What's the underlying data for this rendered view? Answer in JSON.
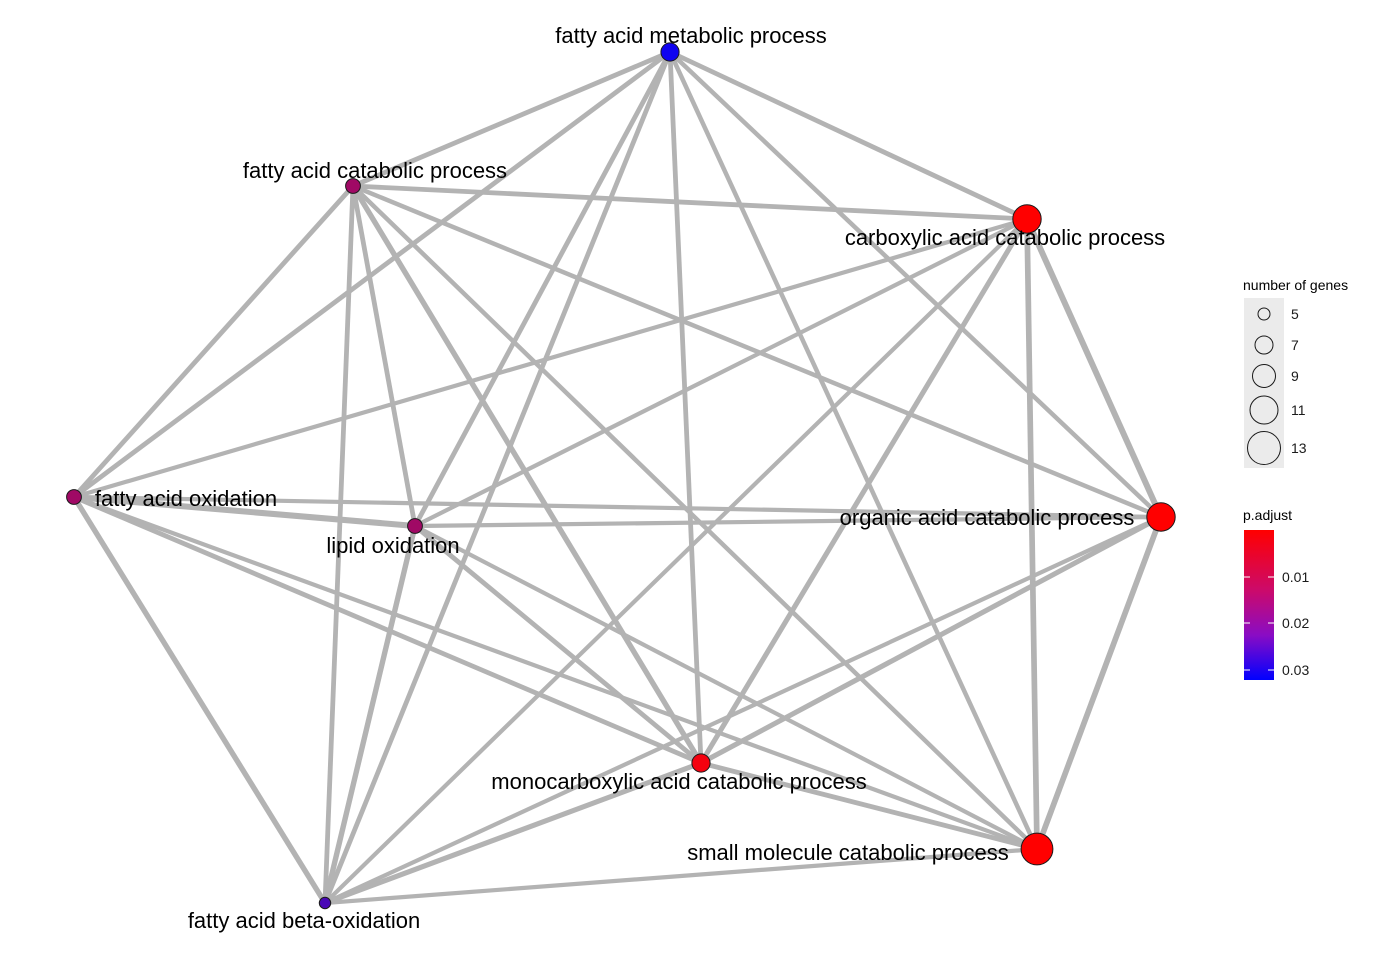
{
  "nodes": [
    {
      "id": "fatty acid metabolic process",
      "label": "fatty acid metabolic process",
      "p_adjust": 0.033,
      "gene_count": 6
    },
    {
      "id": "fatty acid catabolic process",
      "label": "fatty acid catabolic process",
      "p_adjust": 0.013,
      "gene_count": 5
    },
    {
      "id": "carboxylic acid catabolic process",
      "label": "carboxylic acid catabolic process",
      "p_adjust": 0.0,
      "gene_count": 9
    },
    {
      "id": "fatty acid oxidation",
      "label": "fatty acid oxidation",
      "p_adjust": 0.013,
      "gene_count": 5
    },
    {
      "id": "lipid oxidation",
      "label": "lipid oxidation",
      "p_adjust": 0.013,
      "gene_count": 5
    },
    {
      "id": "organic acid catabolic process",
      "label": "organic acid catabolic process",
      "p_adjust": 0.0,
      "gene_count": 9
    },
    {
      "id": "monocarboxylic acid catabolic process",
      "label": "monocarboxylic acid catabolic process",
      "p_adjust": 0.0015,
      "gene_count": 6
    },
    {
      "id": "small molecule catabolic process",
      "label": "small molecule catabolic process",
      "p_adjust": 0.0,
      "gene_count": 10
    },
    {
      "id": "fatty acid beta-oxidation",
      "label": "fatty acid beta-oxidation",
      "p_adjust": 0.025,
      "gene_count": 4
    }
  ],
  "edges": [
    {
      "source": "fatty acid metabolic process",
      "target": "fatty acid catabolic process",
      "weight": 0.6
    },
    {
      "source": "fatty acid metabolic process",
      "target": "carboxylic acid catabolic process",
      "weight": 0.6
    },
    {
      "source": "fatty acid metabolic process",
      "target": "fatty acid oxidation",
      "weight": 0.6
    },
    {
      "source": "fatty acid metabolic process",
      "target": "lipid oxidation",
      "weight": 0.6
    },
    {
      "source": "fatty acid metabolic process",
      "target": "organic acid catabolic process",
      "weight": 0.5
    },
    {
      "source": "fatty acid metabolic process",
      "target": "monocarboxylic acid catabolic process",
      "weight": 0.6
    },
    {
      "source": "fatty acid metabolic process",
      "target": "small molecule catabolic process",
      "weight": 0.5
    },
    {
      "source": "fatty acid metabolic process",
      "target": "fatty acid beta-oxidation",
      "weight": 0.6
    },
    {
      "source": "fatty acid catabolic process",
      "target": "carboxylic acid catabolic process",
      "weight": 0.6
    },
    {
      "source": "fatty acid catabolic process",
      "target": "fatty acid oxidation",
      "weight": 0.6
    },
    {
      "source": "fatty acid catabolic process",
      "target": "lipid oxidation",
      "weight": 0.6
    },
    {
      "source": "fatty acid catabolic process",
      "target": "organic acid catabolic process",
      "weight": 0.5
    },
    {
      "source": "fatty acid catabolic process",
      "target": "monocarboxylic acid catabolic process",
      "weight": 0.8
    },
    {
      "source": "fatty acid catabolic process",
      "target": "small molecule catabolic process",
      "weight": 0.5
    },
    {
      "source": "fatty acid catabolic process",
      "target": "fatty acid beta-oxidation",
      "weight": 0.6
    },
    {
      "source": "carboxylic acid catabolic process",
      "target": "fatty acid oxidation",
      "weight": 0.4
    },
    {
      "source": "carboxylic acid catabolic process",
      "target": "lipid oxidation",
      "weight": 0.4
    },
    {
      "source": "carboxylic acid catabolic process",
      "target": "organic acid catabolic process",
      "weight": 1.0
    },
    {
      "source": "carboxylic acid catabolic process",
      "target": "monocarboxylic acid catabolic process",
      "weight": 0.7
    },
    {
      "source": "carboxylic acid catabolic process",
      "target": "small molecule catabolic process",
      "weight": 0.9
    },
    {
      "source": "carboxylic acid catabolic process",
      "target": "fatty acid beta-oxidation",
      "weight": 0.4
    },
    {
      "source": "fatty acid oxidation",
      "target": "lipid oxidation",
      "weight": 1.0
    },
    {
      "source": "fatty acid oxidation",
      "target": "organic acid catabolic process",
      "weight": 0.4
    },
    {
      "source": "fatty acid oxidation",
      "target": "monocarboxylic acid catabolic process",
      "weight": 0.6
    },
    {
      "source": "fatty acid oxidation",
      "target": "small molecule catabolic process",
      "weight": 0.4
    },
    {
      "source": "fatty acid oxidation",
      "target": "fatty acid beta-oxidation",
      "weight": 0.8
    },
    {
      "source": "lipid oxidation",
      "target": "organic acid catabolic process",
      "weight": 0.4
    },
    {
      "source": "lipid oxidation",
      "target": "monocarboxylic acid catabolic process",
      "weight": 0.6
    },
    {
      "source": "lipid oxidation",
      "target": "small molecule catabolic process",
      "weight": 0.4
    },
    {
      "source": "lipid oxidation",
      "target": "fatty acid beta-oxidation",
      "weight": 0.8
    },
    {
      "source": "organic acid catabolic process",
      "target": "monocarboxylic acid catabolic process",
      "weight": 0.7
    },
    {
      "source": "organic acid catabolic process",
      "target": "small molecule catabolic process",
      "weight": 0.9
    },
    {
      "source": "organic acid catabolic process",
      "target": "fatty acid beta-oxidation",
      "weight": 0.4
    },
    {
      "source": "monocarboxylic acid catabolic process",
      "target": "small molecule catabolic process",
      "weight": 0.6
    },
    {
      "source": "monocarboxylic acid catabolic process",
      "target": "fatty acid beta-oxidation",
      "weight": 0.7
    },
    {
      "source": "small molecule catabolic process",
      "target": "fatty acid beta-oxidation",
      "weight": 0.4
    }
  ],
  "legend": {
    "size_title": "number of genes",
    "size_breaks": [
      "5",
      "7",
      "9",
      "11",
      "13"
    ],
    "color_title": "p.adjust",
    "color_breaks": [
      "0.01",
      "0.02",
      "0.03"
    ],
    "color_low": "#ff0000",
    "color_high": "#0000ff"
  }
}
